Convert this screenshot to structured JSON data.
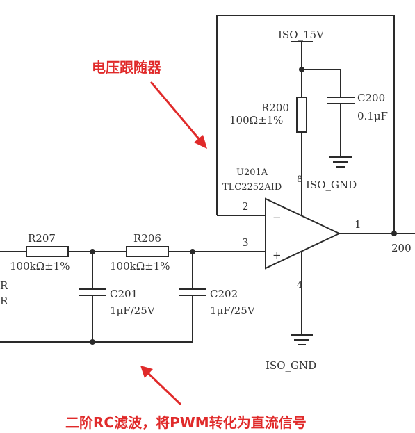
{
  "annotations": {
    "top_note": "电压跟随器",
    "bottom_note": "二阶RC滤波，将PWM转化为直流信号",
    "accent_color": "#e02a2a"
  },
  "components": {
    "R207": {
      "ref": "R207",
      "value": "100kΩ±1%"
    },
    "R206": {
      "ref": "R206",
      "value": "100kΩ±1%"
    },
    "R200": {
      "ref": "R200",
      "value": "100Ω±1%"
    },
    "C201": {
      "ref": "C201",
      "value": "1μF/25V"
    },
    "C202": {
      "ref": "C202",
      "value": "1μF/25V"
    },
    "C200": {
      "ref": "C200",
      "value": "0.1μF"
    },
    "U201A": {
      "ref": "U201A",
      "part": "TLC2252AID",
      "pin8": "8",
      "pin4": "4"
    }
  },
  "nets": {
    "supply": "ISO_15V",
    "gnd_top": "ISO_GND",
    "gnd_bottom": "ISO_GND"
  },
  "pins": {
    "inv": "2",
    "noninv": "3",
    "out": "1",
    "inv_sign": "−",
    "noninv_sign": "+"
  },
  "clipped": {
    "left_fragment": "R\nR",
    "right_fragment": "200"
  }
}
